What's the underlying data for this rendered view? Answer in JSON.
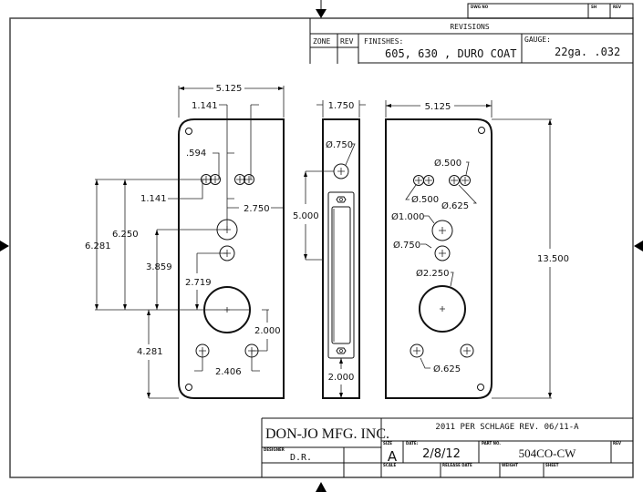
{
  "title_block_top": {
    "dwg_no_label": "DWG NO",
    "sh_label": "SH",
    "rev_label": "REV",
    "revisions_label": "REVISIONS",
    "zone_label": "ZONE",
    "rev_col_label": "REV",
    "finishes_label": "FINISHES:",
    "finishes_value": "605, 630 , DURO COAT",
    "gauge_label": "GAUGE:",
    "gauge_value": "22ga.  .032"
  },
  "front_view": {
    "width_dim": "5.125",
    "dim_1141_top": "1.141",
    "dim_594": ".594",
    "dim_1141_left": "1.141",
    "dim_2750": "2.750",
    "dim_6250": "6.250",
    "dim_6281": "6.281",
    "dim_3859": "3.859",
    "dim_2719": "2.719",
    "dim_2000": "2.000",
    "dim_4281": "4.281",
    "dim_2406": "2.406"
  },
  "side_view": {
    "width_dim": "1.750",
    "hole_dia": "Ø.750",
    "dim_5000": "5.000",
    "dim_2000": "2.000"
  },
  "back_view": {
    "width_dim": "5.125",
    "height_dim": "13.500",
    "dia_500_right": "Ø.500",
    "dia_500_left": "Ø.500",
    "dia_625_top": "Ø.625",
    "dia_1000": "Ø1.000",
    "dia_750": "Ø.750",
    "dia_2250": "Ø2.250",
    "dia_625_bottom": "Ø.625"
  },
  "title_block_bottom": {
    "company": "DON-JO MFG. INC.",
    "note": "2011 PER SCHLAGE REV. 06/11-A",
    "designer_label": "DESIGNER",
    "designer_value": "D.R.",
    "size_label": "SIZE",
    "size_value": "A",
    "date_label": "DATE:",
    "date_value": "2/8/12",
    "part_no_label": "PART NO.",
    "part_no_value": "504CO-CW",
    "rev_label": "REV",
    "scale_label": "SCALE",
    "release_date_label": "RELEASE DATE",
    "weight_label": "WEIGHT",
    "sheet_label": "SHEET"
  }
}
